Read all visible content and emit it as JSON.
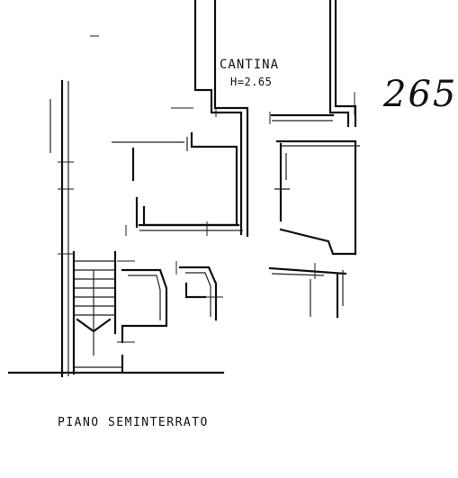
{
  "room": {
    "name": "CANTINA",
    "height": "H=2.65"
  },
  "sheet_number": "265",
  "floor_title": "PIANO  SEMINTERRATO"
}
